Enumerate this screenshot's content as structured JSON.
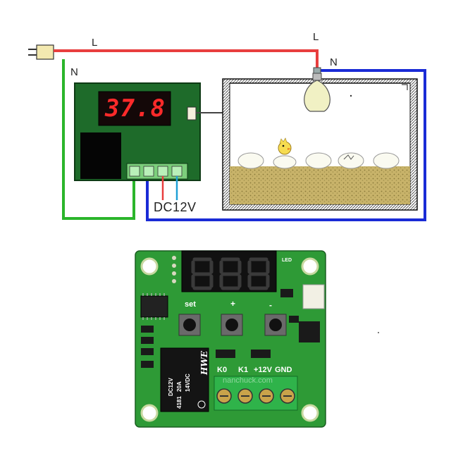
{
  "diagram": {
    "labels": {
      "live_left": "L",
      "live_right": "L",
      "neutral_left": "N",
      "neutral_right": "N",
      "supply": "DC12V"
    },
    "display_value": "37.8",
    "colors": {
      "live_wire": "#e83e3e",
      "neutral_wire_green": "#2bb52b",
      "neutral_wire_blue": "#1a2bd6",
      "controller_board": "#1e6b2a",
      "display_red": "#ff2a2a",
      "incubator_fill": "#c8b36a",
      "pcb_green": "#2e9a36"
    }
  },
  "board": {
    "button_labels": {
      "set": "set",
      "plus": "+",
      "minus": "-"
    },
    "led_label": "LED",
    "terminal_labels": [
      "K0",
      "K1",
      "+12V",
      "GND"
    ],
    "relay": {
      "brand": "HWE",
      "model": "DC12V",
      "spec1": "20A",
      "spec2": "14VDC",
      "spec3": "4181"
    },
    "watermark": "nanchuck.com"
  }
}
